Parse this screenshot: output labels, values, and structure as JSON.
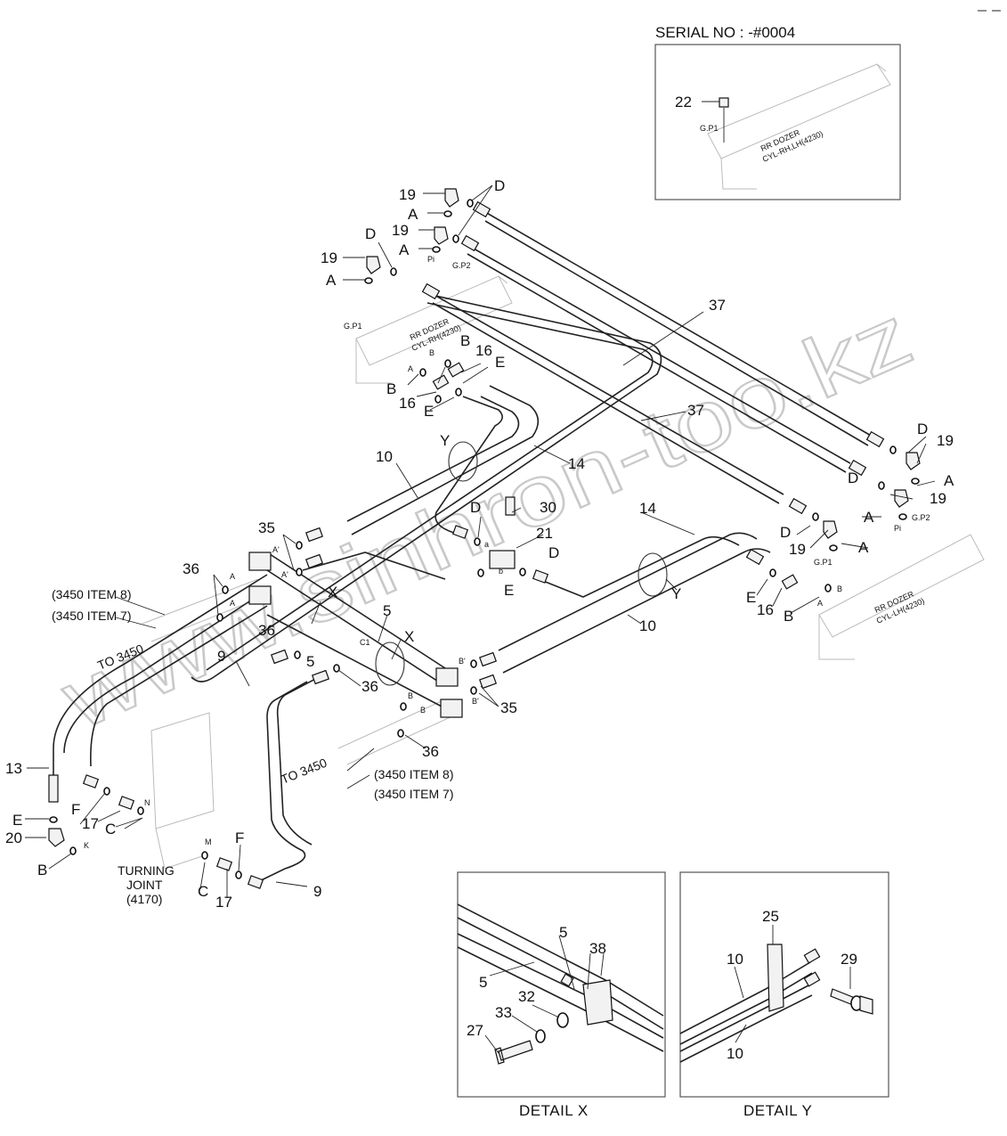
{
  "serial": "SERIAL NO : -#0004",
  "watermark": "www.sinhron-too.kz",
  "captions": {
    "detail_x": "DETAIL  X",
    "detail_y": "DETAIL  Y"
  },
  "turning_joint": {
    "line1": "TURNING",
    "line2": "JOINT",
    "line3": "(4170)"
  },
  "refs": {
    "item8": "(3450 ITEM 8)",
    "item7": "(3450 ITEM 7)",
    "to3450": "TO 3450"
  },
  "cyl_labels": {
    "rh_a": "RR DOZER",
    "rh_b": "CYL-RH(4230)",
    "lh_a": "RR DOZER",
    "lh_b": "CYL-LH(4230)",
    "inset_a": "RR DOZER",
    "inset_b": "CYL-RH,LH(4230)"
  },
  "ports": {
    "gp1": "G.P1",
    "gp2": "G.P2",
    "pi": "Pi"
  },
  "port_letters": {
    "a": "A",
    "b": "B",
    "a1": "A'",
    "b1": "B'",
    "c1": "C1",
    "m": "M",
    "n": "N",
    "k": "K",
    "s_a": "a",
    "s_b": "b"
  },
  "callouts": {
    "c5": "5",
    "c9": "9",
    "c10": "10",
    "c13": "13",
    "c14": "14",
    "c16": "16",
    "c17": "17",
    "c19": "19",
    "c20": "20",
    "c21": "21",
    "c22": "22",
    "c25": "25",
    "c27": "27",
    "c29": "29",
    "c30": "30",
    "c32": "32",
    "c33": "33",
    "c35": "35",
    "c36": "36",
    "c37": "37",
    "c38": "38",
    "A": "A",
    "B": "B",
    "C": "C",
    "D": "D",
    "E": "E",
    "F": "F",
    "X": "X",
    "Y": "Y"
  }
}
